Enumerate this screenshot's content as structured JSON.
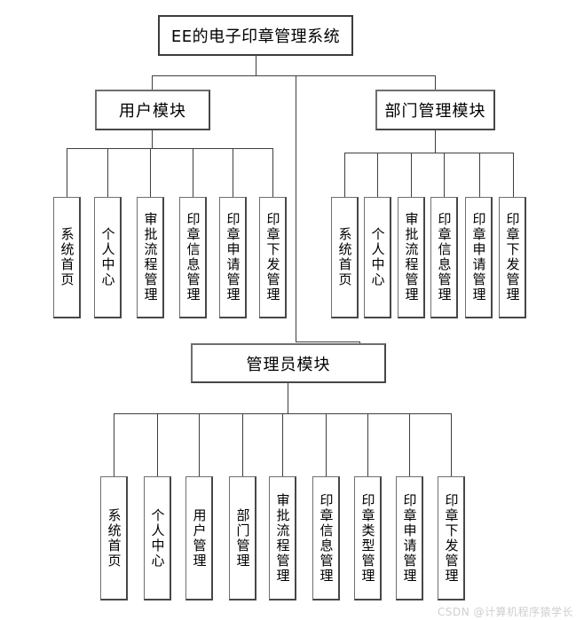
{
  "nodes": {
    "root": {
      "label": "EE的电子印章管理系统"
    },
    "user": {
      "label": "用户模块",
      "children": [
        "系统首页",
        "个人中心",
        "审批流程管理",
        "印章信息管理",
        "印章申请管理",
        "印章下发管理"
      ]
    },
    "dept": {
      "label": "部门管理模块",
      "children": [
        "系统首页",
        "个人中心",
        "审批流程管理",
        "印章信息管理",
        "印章申请管理",
        "印章下发管理"
      ]
    },
    "admin": {
      "label": "管理员模块",
      "children": [
        "系统首页",
        "个人中心",
        "用户管理",
        "部门管理",
        "审批流程管理",
        "印章信息管理",
        "印章类型管理",
        "印章申请管理",
        "印章下发管理"
      ]
    }
  },
  "watermark": "CSDN @计算机程序猿学长",
  "colors": {
    "background": "#ffffff",
    "line": "#3f3f3f",
    "box_border": "#6f6f6f",
    "box_border_dark": "#474747",
    "root_border": "#3c3c3c",
    "text": "#000000",
    "watermark_text": "#cfcfcf"
  }
}
